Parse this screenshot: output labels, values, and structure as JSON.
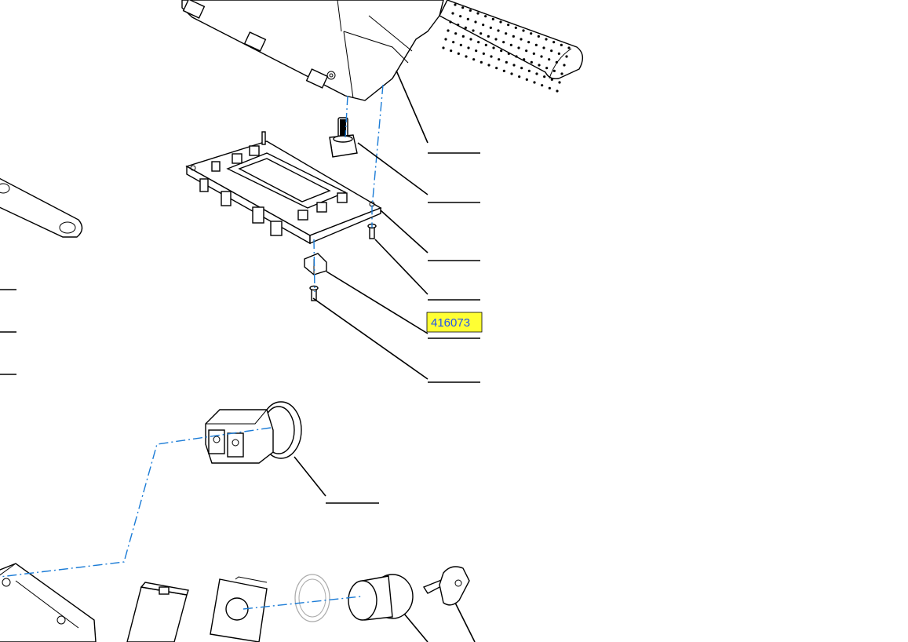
{
  "diagram": {
    "highlighted_part_number": "416073",
    "colors": {
      "highlight_fill": "#ffff33",
      "highlight_text": "#2255ee",
      "assembly_line": "#1a7bd6",
      "line_art": "#000000"
    },
    "parts": [
      {
        "name": "handle-housing"
      },
      {
        "name": "rotary-encoder"
      },
      {
        "name": "display-pcb"
      },
      {
        "name": "pcb-screw"
      },
      {
        "name": "pcb-clip"
      },
      {
        "name": "clip-screw"
      },
      {
        "name": "emergency-stop-button"
      },
      {
        "name": "key-switch"
      },
      {
        "name": "mounting-bracket"
      },
      {
        "name": "square-bezel"
      },
      {
        "name": "lock-ring"
      },
      {
        "name": "side-bar"
      },
      {
        "name": "bottom-housing"
      }
    ]
  }
}
